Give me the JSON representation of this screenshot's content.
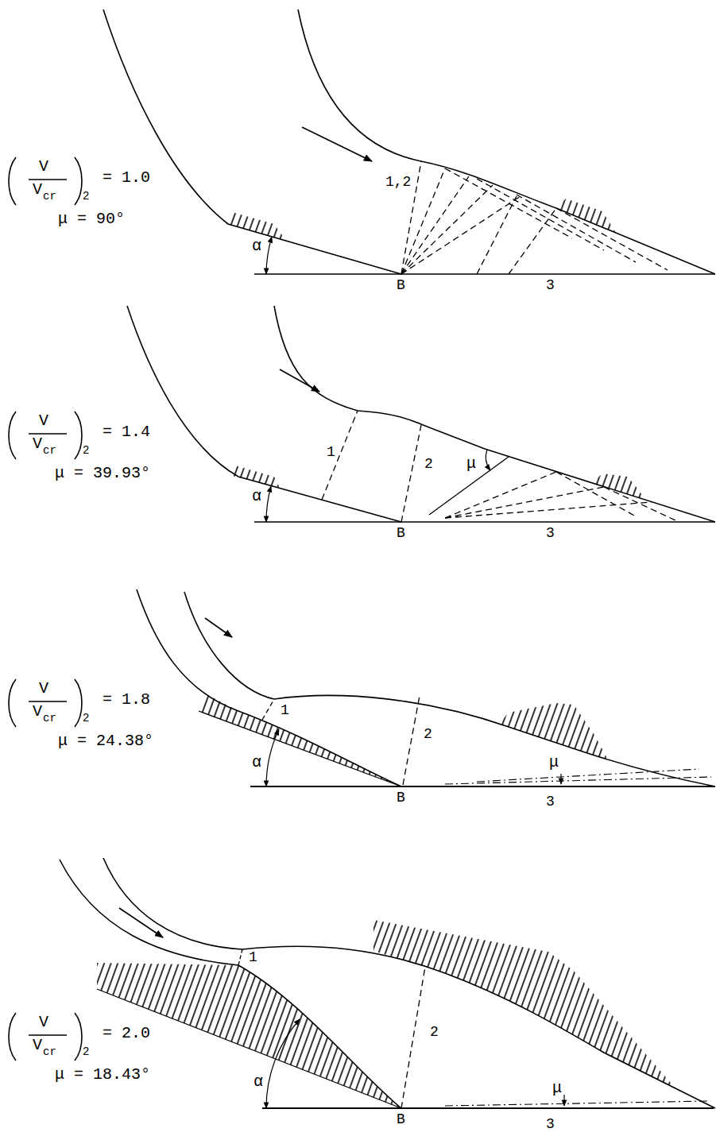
{
  "diagram": {
    "labels": [
      "V",
      "V",
      "cr",
      "2",
      "= 1.0",
      "μ = 90°",
      "α",
      "1,2",
      "B",
      "3",
      "V",
      "V",
      "cr",
      "2",
      "= 1.4",
      "μ = 39.93°",
      "α",
      "1",
      "2",
      "μ",
      "B",
      "3",
      "V",
      "V",
      "cr",
      "2",
      "= 1.8",
      "μ = 24.38°",
      "α",
      "1",
      "2",
      "μ",
      "B",
      "3",
      "V",
      "V",
      "cr",
      "2",
      "= 2.0",
      "μ = 18.43°",
      "α",
      "1",
      "2",
      "μ",
      "B",
      "3"
    ]
  }
}
